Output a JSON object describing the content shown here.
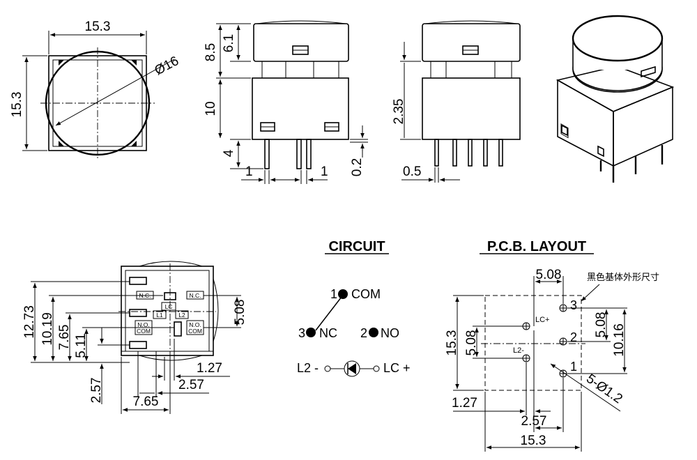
{
  "front_view": {
    "width_dim": "15.3",
    "height_dim": "15.3",
    "diameter_dim": "Ø16"
  },
  "side_view_1": {
    "total_upper_dim": "8.5",
    "cap_dim": "6.1",
    "body_dim": "10",
    "pin_dim": "4",
    "pin_width_left": "1",
    "pin_width_right": "1",
    "offset_dim": "0.2"
  },
  "side_view_2": {
    "height_dim": "2.35",
    "pin_width": "0.5"
  },
  "bottom_view": {
    "dims": {
      "d1273": "12.73",
      "d1019": "10.19",
      "d765v": "7.65",
      "d511": "5.11",
      "d257v": "2.57",
      "d508": "5.08",
      "d127": "1.27",
      "d257h": "2.57",
      "d765h": "7.65"
    },
    "labels": {
      "nc_left": "N.C.",
      "nc_right": "N.C.",
      "lc": "LC",
      "l1": "L1",
      "l2": "L2",
      "no_left": "N.O.",
      "com_left": "COM",
      "no_right": "N.O.",
      "com_right": "COM"
    }
  },
  "circuit": {
    "title": "CIRCUIT",
    "pin1_num": "1",
    "pin1_label": "COM",
    "pin3_num": "3",
    "pin3_label": "NC",
    "pin2_num": "2",
    "pin2_label": "NO",
    "led_left": "L2 -",
    "led_right": "LC +"
  },
  "pcb": {
    "title": "P.C.B. LAYOUT",
    "note": "黑色基体外形尺寸",
    "dims": {
      "top_508": "5.08",
      "right_508": "5.08",
      "right_1016": "10.16",
      "left_153": "15.3",
      "left_508": "5.08",
      "bottom_127": "1.27",
      "bottom_257": "2.57",
      "bottom_153": "15.3",
      "holes": "5-Ø1.2"
    },
    "hole_labels": {
      "h3": "3",
      "h2": "2",
      "h1": "1",
      "lcp": "LC+",
      "l2m": "L2-"
    }
  }
}
